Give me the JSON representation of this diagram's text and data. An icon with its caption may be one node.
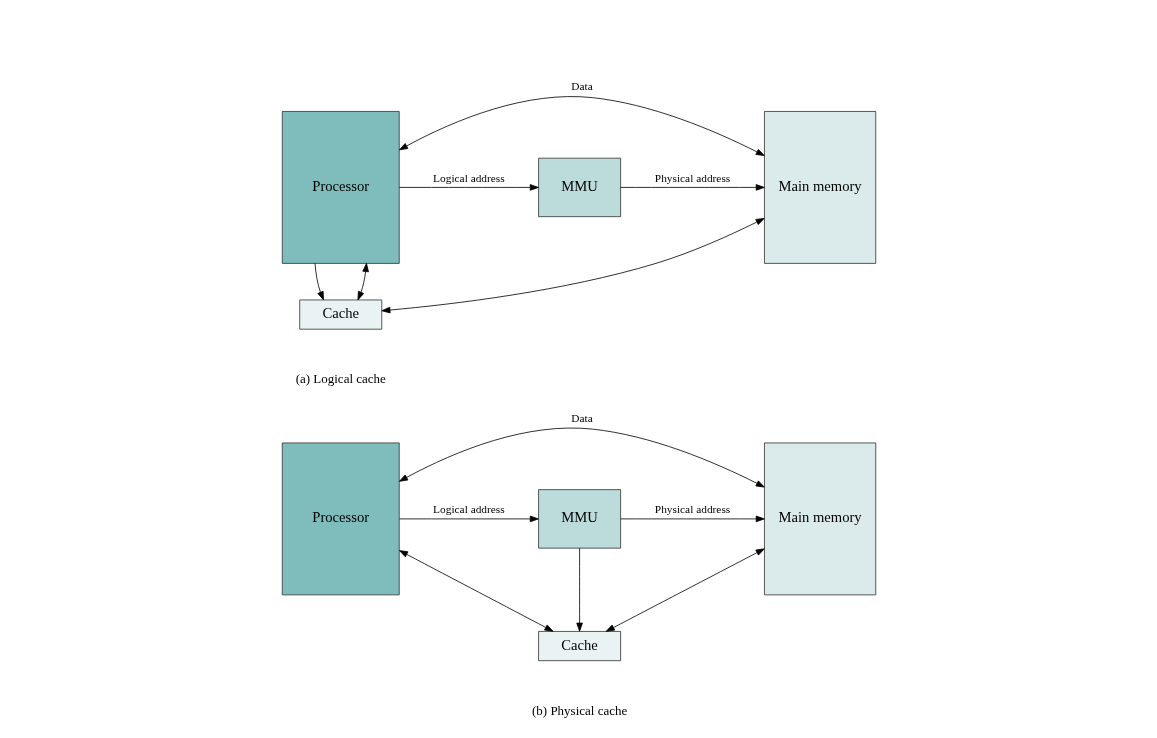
{
  "diagram": {
    "nodes": [
      {
        "text": [
          "Processor"
        ]
      },
      {
        "text": [
          "MMU"
        ]
      },
      {
        "text": [
          "Cache"
        ]
      },
      {
        "text": [
          "Main memory"
        ]
      },
      {
        "text": [
          "Processor"
        ]
      },
      {
        "text": [
          "MMU"
        ]
      },
      {
        "text": [
          "Main memory"
        ]
      },
      {
        "text": [
          "Cache"
        ]
      }
    ],
    "edges": [
      {
        "from": 0,
        "to": 1,
        "arrow": "to",
        "label": "Logical address"
      },
      {
        "from": 0,
        "to": 2,
        "arrow": "to"
      },
      {
        "from": 1,
        "to": 3,
        "arrow": "to",
        "label": "Physical address"
      },
      {
        "from": 2,
        "to": 0,
        "arrow": "both"
      },
      {
        "from": 2,
        "to": 3,
        "arrow": "both"
      },
      {
        "from": 0,
        "to": 3,
        "arrow": "both",
        "label": "Data"
      },
      {
        "from": 4,
        "to": 5,
        "arrow": "to",
        "label": "Logical address"
      },
      {
        "from": 5,
        "to": 6,
        "arrow": "to",
        "label": "Physical address"
      },
      {
        "from": 5,
        "to": 7,
        "arrow": "to"
      },
      {
        "from": 7,
        "to": 4,
        "arrow": "both"
      },
      {
        "from": 7,
        "to": 6,
        "arrow": "both"
      },
      {
        "from": 4,
        "to": 6,
        "arrow": "both",
        "label": "Data"
      }
    ],
    "labels": [
      "(a) Logical cache",
      "(b) Physical cache"
    ]
  }
}
